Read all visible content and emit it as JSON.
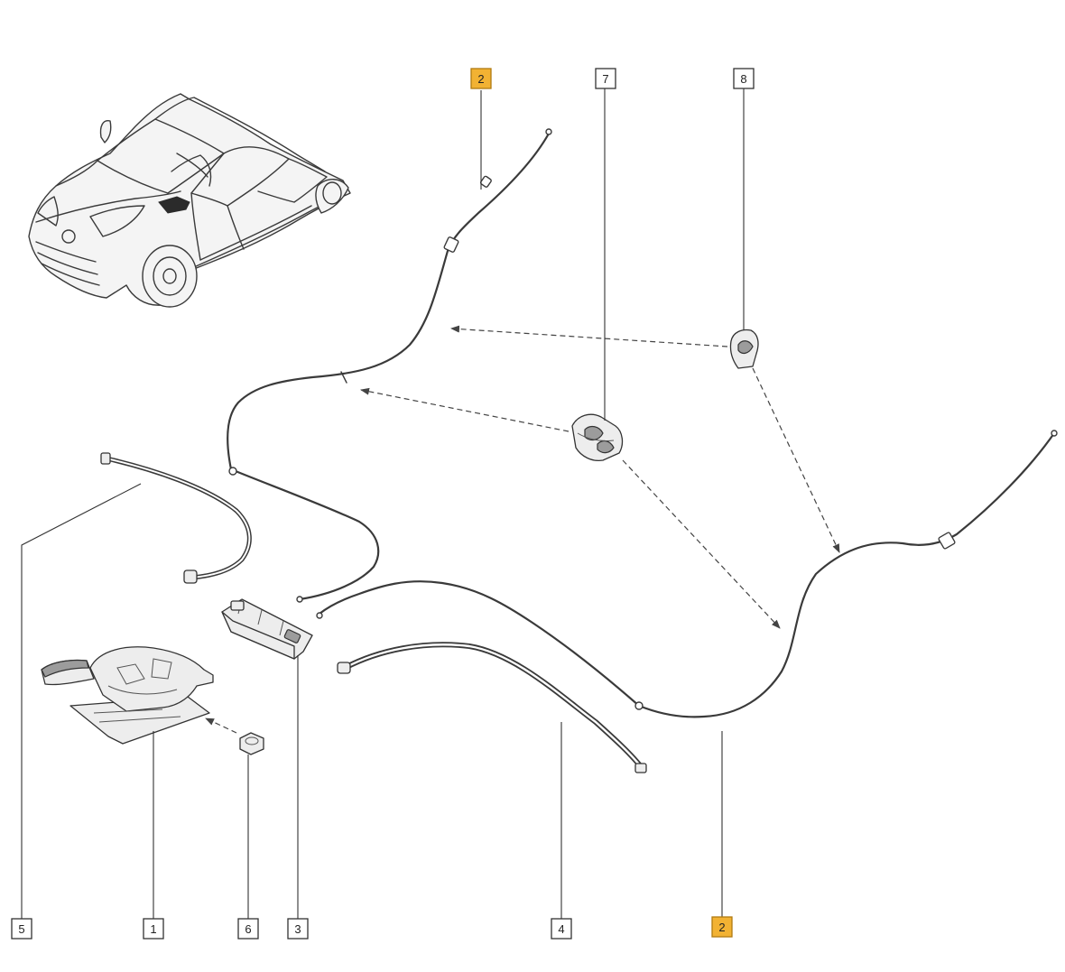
{
  "callouts": {
    "c2_top": "2",
    "c7": "7",
    "c8": "8",
    "c5": "5",
    "c1": "1",
    "c6": "6",
    "c3": "3",
    "c4": "4",
    "c2_bottom": "2"
  },
  "colors": {
    "highlight_fill": "#f2b233",
    "line": "#333333",
    "background": "#ffffff"
  },
  "parts": [
    {
      "ref": "1",
      "component": "handbrake-lever",
      "icon": "lever-icon"
    },
    {
      "ref": "2",
      "component": "rear-brake-cable",
      "highlighted": true
    },
    {
      "ref": "3",
      "component": "cable-equalizer"
    },
    {
      "ref": "4",
      "component": "secondary-cable-sheath"
    },
    {
      "ref": "5",
      "component": "primary-cable-sheath"
    },
    {
      "ref": "6",
      "component": "nut"
    },
    {
      "ref": "7",
      "component": "cable-clip-double"
    },
    {
      "ref": "8",
      "component": "cable-clip-single"
    }
  ]
}
